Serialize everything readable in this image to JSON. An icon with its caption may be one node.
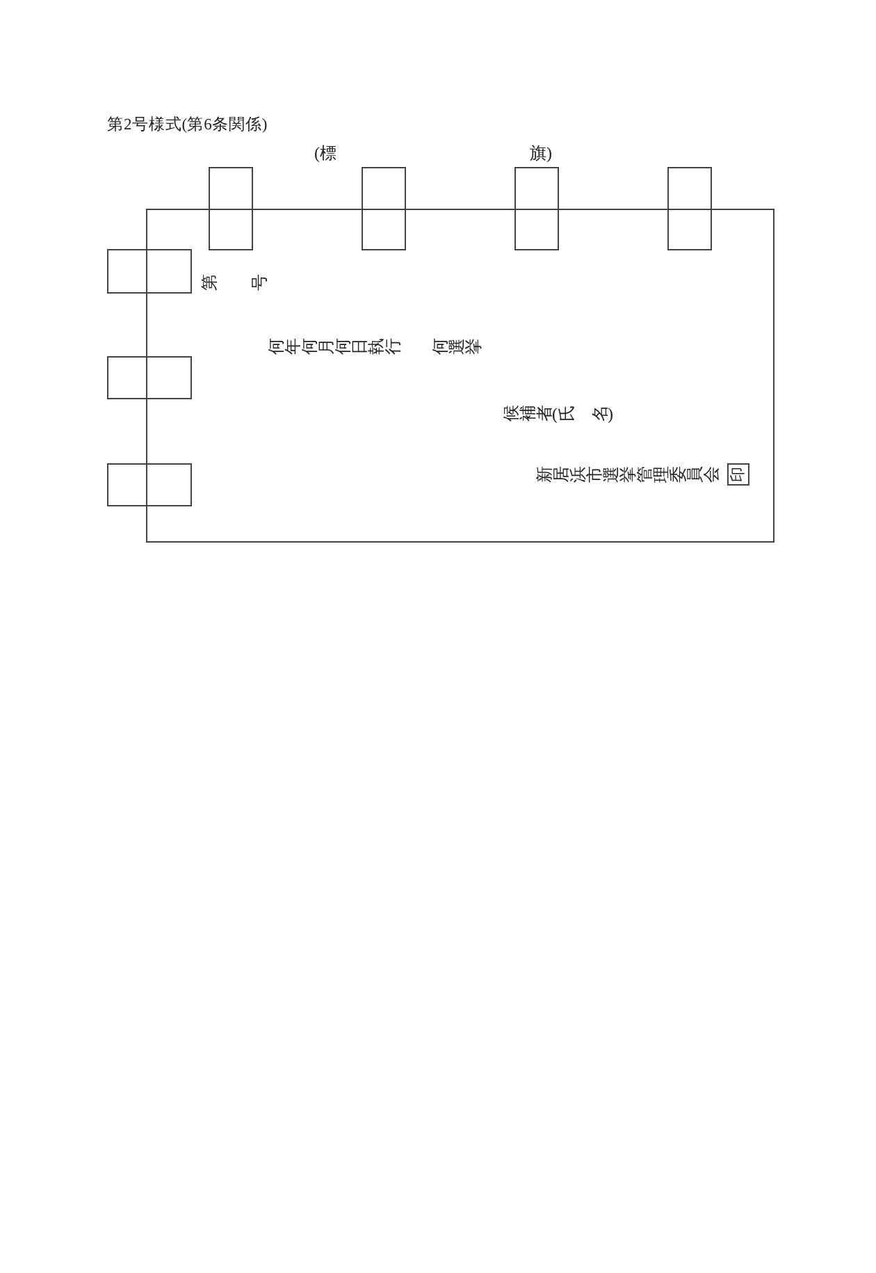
{
  "diagram": {
    "title": "(標 旗)",
    "nodes": [
      {
        "text": [],
        "shape": "box"
      },
      {
        "text": [],
        "shape": "box"
      },
      {
        "text": [],
        "shape": "box"
      },
      {
        "text": [],
        "shape": "box"
      },
      {
        "text": [
          "第　　号",
          "何年何月何日執行",
          "何選挙",
          "候補者(氏　名)",
          "新居浜市選挙管理委員会"
        ]
      },
      {
        "text": [
          "印"
        ],
        "in": 4
      },
      {
        "text": [],
        "shape": "box"
      },
      {
        "text": [],
        "shape": "box"
      },
      {
        "text": [],
        "shape": "box"
      }
    ],
    "labels": [
      "第2号様式(第6条関係)"
    ]
  }
}
